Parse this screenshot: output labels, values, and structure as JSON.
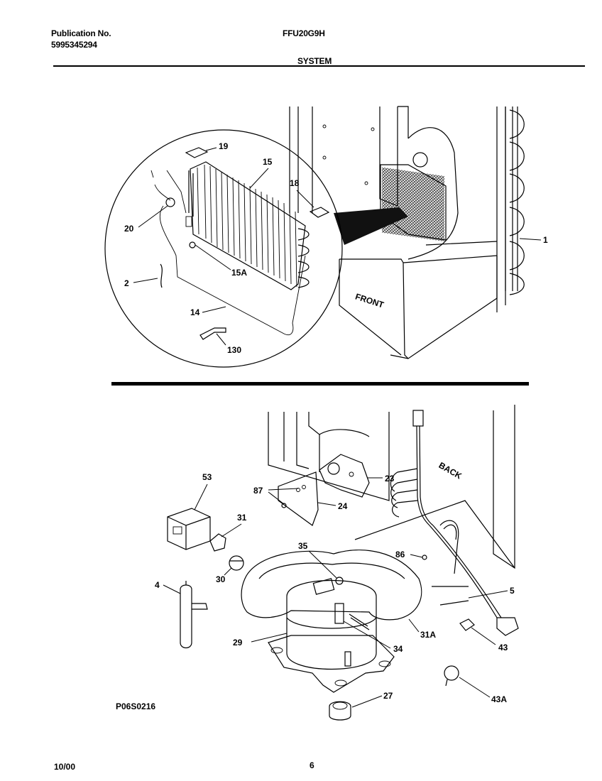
{
  "header": {
    "publication_label": "Publication No.",
    "publication_number": "5995345294",
    "model": "FFU20G9H",
    "section": "SYSTEM"
  },
  "upper_view": {
    "labels": {
      "front": "FRONT"
    },
    "callouts": {
      "c19": "19",
      "c15": "15",
      "c18": "18",
      "c20": "20",
      "c15a": "15A",
      "c2": "2",
      "c14": "14",
      "c130": "130",
      "c1": "1"
    }
  },
  "lower_view": {
    "labels": {
      "back": "BACK",
      "drawing_number": "P06S0216"
    },
    "callouts": {
      "c53": "53",
      "c87": "87",
      "c23": "23",
      "c24": "24",
      "c31": "31",
      "c35": "35",
      "c86": "86",
      "c4": "4",
      "c30": "30",
      "c5": "5",
      "c29": "29",
      "c34": "34",
      "c31a": "31A",
      "c43": "43",
      "c27": "27",
      "c43a": "43A"
    }
  },
  "footer": {
    "date": "10/00",
    "page": "6"
  }
}
